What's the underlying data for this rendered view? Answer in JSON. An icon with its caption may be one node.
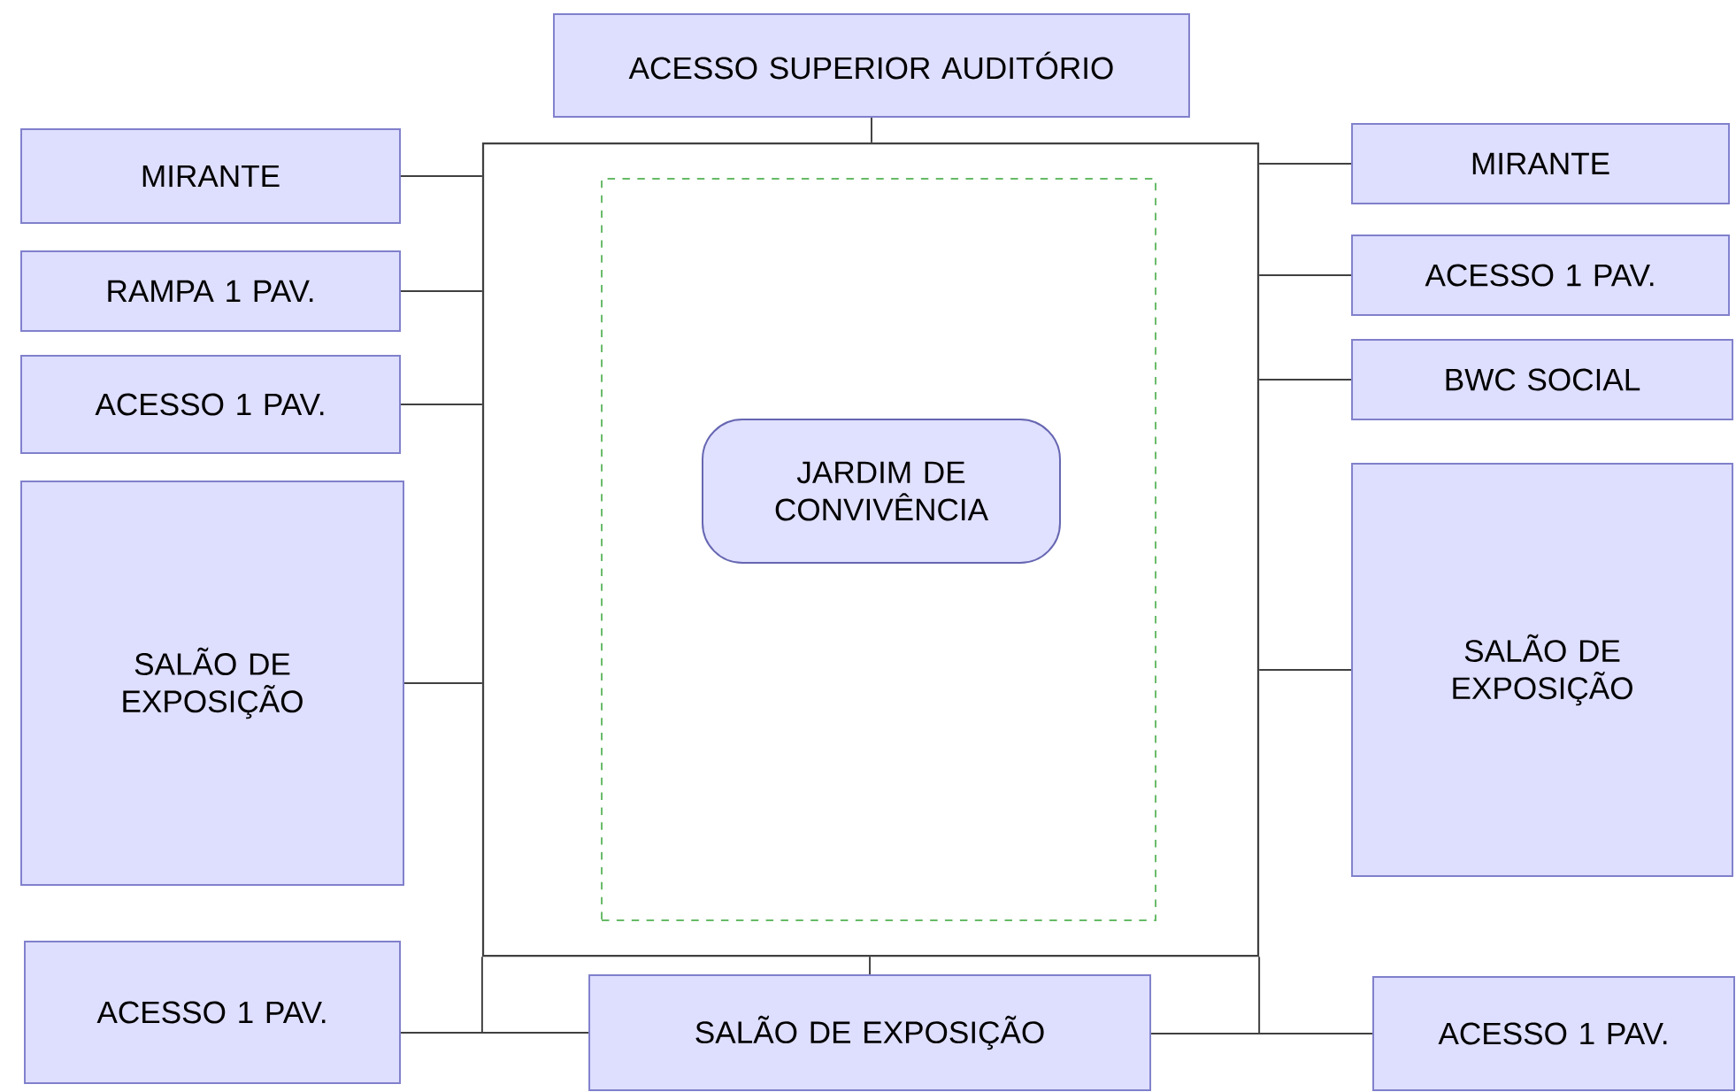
{
  "diagram": {
    "nodes": [
      {
        "text": [],
        "shape": "box"
      },
      {
        "text": [],
        "shape": "box",
        "in": 0
      },
      {
        "text": [
          "JARDIM DE CONVIVÊNCIA"
        ],
        "in": 1
      },
      {
        "text": [
          "ACESSO SUPERIOR AUDITÓRIO"
        ]
      },
      {
        "text": [
          "MIRANTE"
        ]
      },
      {
        "text": [
          "RAMPA 1 PAV."
        ]
      },
      {
        "text": [
          "ACESSO 1 PAV."
        ]
      },
      {
        "text": [
          "SALÃO DE EXPOSIÇÃO"
        ]
      },
      {
        "text": [
          "MIRANTE"
        ]
      },
      {
        "text": [
          "ACESSO 1 PAV."
        ]
      },
      {
        "text": [
          "BWC SOCIAL"
        ]
      },
      {
        "text": [
          "SALÃO DE EXPOSIÇÃO"
        ]
      },
      {
        "text": [
          "ACESSO 1 PAV."
        ]
      },
      {
        "text": [
          "SALÃO DE EXPOSIÇÃO"
        ]
      },
      {
        "text": [
          "ACESSO 1 PAV."
        ]
      }
    ],
    "edges": [
      {
        "from": 0,
        "to": 3,
        "arrow": "none"
      },
      {
        "from": 0,
        "to": 4,
        "arrow": "none"
      },
      {
        "from": 0,
        "to": 5,
        "arrow": "none"
      },
      {
        "from": 0,
        "to": 6,
        "arrow": "none"
      },
      {
        "from": 0,
        "to": 7,
        "arrow": "none"
      },
      {
        "from": 0,
        "to": 8,
        "arrow": "none"
      },
      {
        "from": 0,
        "to": 9,
        "arrow": "none"
      },
      {
        "from": 0,
        "to": 10,
        "arrow": "none"
      },
      {
        "from": 0,
        "to": 11,
        "arrow": "none"
      },
      {
        "from": 0,
        "to": 12,
        "arrow": "none"
      },
      {
        "from": 0,
        "to": 13,
        "arrow": "none"
      },
      {
        "from": 0,
        "to": 14,
        "arrow": "none"
      },
      {
        "from": 12,
        "to": 13,
        "arrow": "none"
      },
      {
        "from": 13,
        "to": 14,
        "arrow": "none"
      }
    ]
  }
}
